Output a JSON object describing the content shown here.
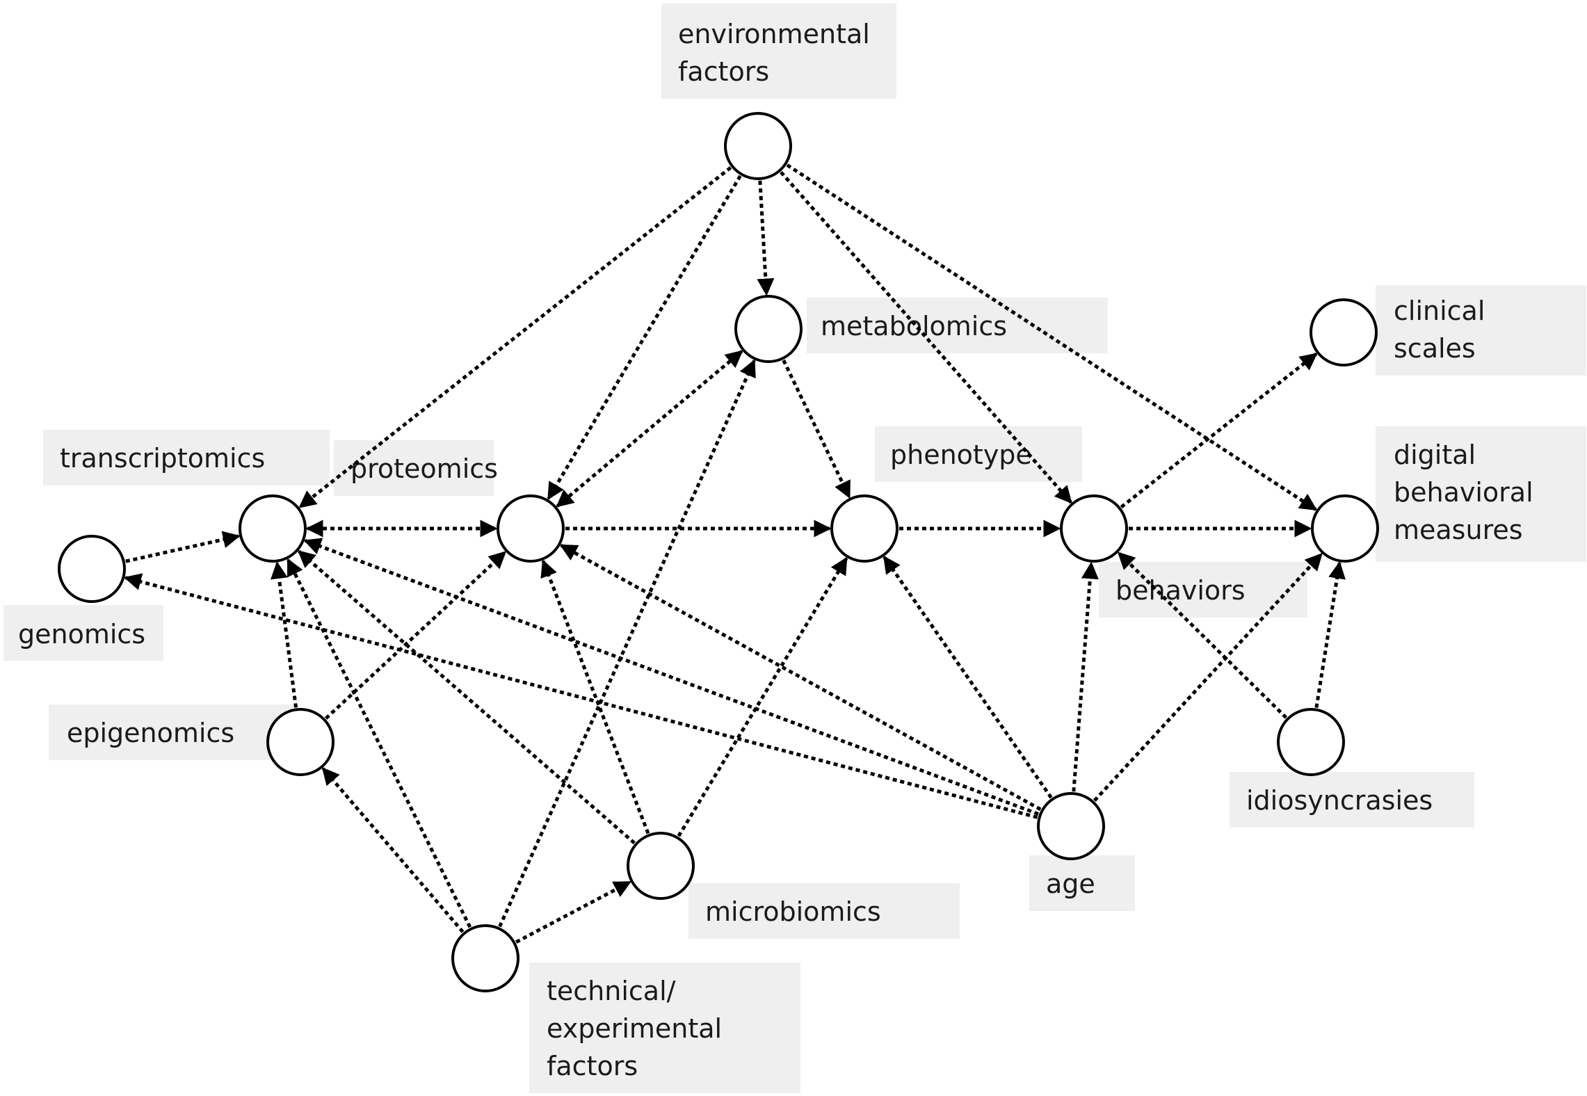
{
  "nodes": [
    {
      "id": "environmental",
      "label_lines": [
        "environmental",
        "factors"
      ]
    },
    {
      "id": "metabolomics",
      "label_lines": [
        "metabolomics"
      ]
    },
    {
      "id": "clinical",
      "label_lines": [
        "clinical",
        "scales"
      ]
    },
    {
      "id": "transcriptomics",
      "label_lines": [
        "transcriptomics"
      ]
    },
    {
      "id": "proteomics",
      "label_lines": [
        "proteomics"
      ]
    },
    {
      "id": "phenotype",
      "label_lines": [
        "phenotype"
      ]
    },
    {
      "id": "digital",
      "label_lines": [
        "digital",
        "behavioral",
        "measures"
      ]
    },
    {
      "id": "genomics",
      "label_lines": [
        "genomics"
      ]
    },
    {
      "id": "behaviors",
      "label_lines": [
        "behaviors"
      ]
    },
    {
      "id": "epigenomics",
      "label_lines": [
        "epigenomics"
      ]
    },
    {
      "id": "idiosyncrasies",
      "label_lines": [
        "idiosyncrasies"
      ]
    },
    {
      "id": "age",
      "label_lines": [
        "age"
      ]
    },
    {
      "id": "microbiomics",
      "label_lines": [
        "microbiomics"
      ]
    },
    {
      "id": "technical",
      "label_lines": [
        "technical/",
        "experimental",
        "factors"
      ]
    }
  ],
  "edges": [
    {
      "from": "genomics",
      "to": "transcriptomics",
      "bidirectional": false
    },
    {
      "from": "transcriptomics",
      "to": "proteomics",
      "bidirectional": true
    },
    {
      "from": "proteomics",
      "to": "phenotype",
      "bidirectional": false
    },
    {
      "from": "phenotype",
      "to": "behaviors",
      "bidirectional": false
    },
    {
      "from": "behaviors",
      "to": "digital",
      "bidirectional": false
    },
    {
      "from": "behaviors",
      "to": "clinical",
      "bidirectional": false
    },
    {
      "from": "proteomics",
      "to": "metabolomics",
      "bidirectional": true
    },
    {
      "from": "metabolomics",
      "to": "phenotype",
      "bidirectional": false
    },
    {
      "from": "environmental",
      "to": "metabolomics",
      "bidirectional": false
    },
    {
      "from": "environmental",
      "to": "transcriptomics",
      "bidirectional": false
    },
    {
      "from": "environmental",
      "to": "proteomics",
      "bidirectional": false
    },
    {
      "from": "environmental",
      "to": "behaviors",
      "bidirectional": false
    },
    {
      "from": "environmental",
      "to": "digital",
      "bidirectional": false
    },
    {
      "from": "epigenomics",
      "to": "transcriptomics",
      "bidirectional": false
    },
    {
      "from": "epigenomics",
      "to": "proteomics",
      "bidirectional": false
    },
    {
      "from": "technical",
      "to": "epigenomics",
      "bidirectional": false
    },
    {
      "from": "technical",
      "to": "transcriptomics",
      "bidirectional": false
    },
    {
      "from": "technical",
      "to": "microbiomics",
      "bidirectional": false
    },
    {
      "from": "technical",
      "to": "metabolomics",
      "bidirectional": false
    },
    {
      "from": "microbiomics",
      "to": "transcriptomics",
      "bidirectional": false
    },
    {
      "from": "microbiomics",
      "to": "proteomics",
      "bidirectional": false
    },
    {
      "from": "microbiomics",
      "to": "phenotype",
      "bidirectional": false
    },
    {
      "from": "age",
      "to": "genomics",
      "bidirectional": false
    },
    {
      "from": "age",
      "to": "transcriptomics",
      "bidirectional": false
    },
    {
      "from": "age",
      "to": "proteomics",
      "bidirectional": false
    },
    {
      "from": "age",
      "to": "phenotype",
      "bidirectional": false
    },
    {
      "from": "age",
      "to": "behaviors",
      "bidirectional": false
    },
    {
      "from": "age",
      "to": "digital",
      "bidirectional": false
    },
    {
      "from": "idiosyncrasies",
      "to": "behaviors",
      "bidirectional": false
    },
    {
      "from": "idiosyncrasies",
      "to": "digital",
      "bidirectional": false
    }
  ]
}
